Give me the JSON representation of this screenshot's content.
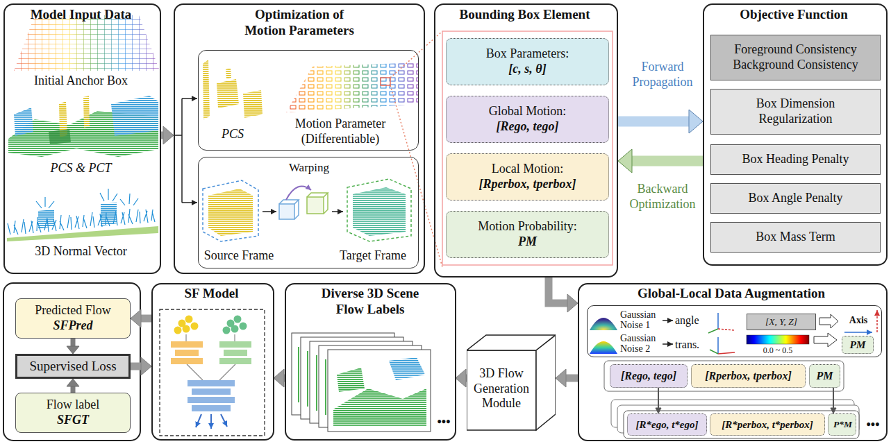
{
  "diagram": {
    "nodes": [
      {
        "text": [
          "Model Input Data",
          "Initial Anchor Box",
          "PCS & PCT",
          "3D Normal Vector"
        ]
      },
      {
        "text": [
          "Optimization of Motion Parameters"
        ]
      },
      {
        "text": [
          "PCS",
          "Motion Parameter (Differentiable)"
        ],
        "in": 1
      },
      {
        "text": [
          "Warping",
          "Source Frame",
          "Target Frame"
        ],
        "in": 1
      },
      {
        "text": [
          "Bounding Box Element"
        ]
      },
      {
        "text": [
          "Box Parameters:",
          "[c, s, θ]"
        ],
        "in": 4
      },
      {
        "text": [
          "Global Motion:",
          "[Rego, tego]"
        ],
        "in": 4
      },
      {
        "text": [
          "Local Motion:",
          "[Rperbox, tperbox]"
        ],
        "in": 4
      },
      {
        "text": [
          "Motion Probability:",
          "PM"
        ],
        "in": 4
      },
      {
        "text": [
          "Objective Function"
        ]
      },
      {
        "text": [
          "Foreground Consistency Background Consistency"
        ],
        "in": 9
      },
      {
        "text": [
          "Box Dimension Regularization"
        ],
        "in": 9
      },
      {
        "text": [
          "Box Heading Penalty"
        ],
        "in": 9
      },
      {
        "text": [
          "Box Angle Penalty"
        ],
        "in": 9
      },
      {
        "text": [
          "Box Mass Term"
        ],
        "in": 9
      },
      {
        "text": [
          "Predicted Flow",
          "SFPred"
        ]
      },
      {
        "text": [
          "Supervised Loss"
        ]
      },
      {
        "text": [
          "Flow label",
          "SFGT"
        ]
      },
      {
        "text": [
          "SF Model"
        ]
      },
      {
        "text": [
          "Diverse 3D Scene Flow Labels"
        ]
      },
      {
        "text": [
          "3D Flow Generation Module"
        ]
      },
      {
        "text": [
          "Global-Local Data Augmentation"
        ]
      },
      {
        "text": [
          "Gaussian Noise 1",
          "angle",
          "Gaussian Noise 2",
          "trans.",
          "0.0 ~ 0.5",
          "Axis"
        ],
        "in": 21
      },
      {
        "text": [
          "[X, Y, Z]"
        ],
        "in": 22
      },
      {
        "text": [
          "PM"
        ],
        "in": 22
      },
      {
        "text": [
          "[Rego, tego]"
        ],
        "in": 21
      },
      {
        "text": [
          "[Rperbox, tperbox]"
        ],
        "in": 21
      },
      {
        "text": [
          "PM"
        ],
        "in": 21
      },
      {
        "text": [
          "[R*ego, t*ego]"
        ],
        "in": 21
      },
      {
        "text": [
          "[R*perbox, t*perbox]"
        ],
        "in": 21
      },
      {
        "text": [
          "P*M"
        ],
        "in": 21
      }
    ],
    "edges": [
      {
        "from": 0,
        "to": 1,
        "arrow": "to"
      },
      {
        "from": 4,
        "to": 9,
        "arrow": "to",
        "label": "Forward Propagation"
      },
      {
        "from": 9,
        "to": 4,
        "arrow": "to",
        "label": "Backward Optimization"
      },
      {
        "from": 4,
        "to": 21,
        "arrow": "to"
      },
      {
        "from": 21,
        "to": 20,
        "arrow": "to"
      },
      {
        "from": 20,
        "to": 19,
        "arrow": "to"
      },
      {
        "from": 19,
        "to": 18,
        "arrow": "to"
      },
      {
        "from": 18,
        "to": 15,
        "arrow": "to"
      },
      {
        "from": 16,
        "to": 18,
        "arrow": "to"
      },
      {
        "from": 15,
        "to": 16,
        "arrow": "to"
      },
      {
        "from": 17,
        "to": 16,
        "arrow": "to"
      },
      {
        "from": 25,
        "to": 28,
        "arrow": "to"
      },
      {
        "from": 27,
        "to": 30,
        "arrow": "to"
      }
    ],
    "labels": [
      "•••",
      "•••"
    ]
  }
}
